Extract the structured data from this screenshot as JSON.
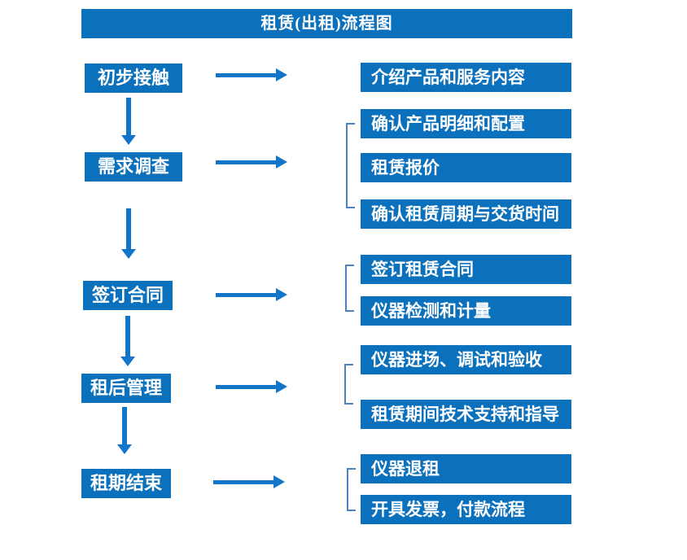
{
  "title": "租赁(出租)流程图",
  "colors": {
    "box_blue": "#0C71BD",
    "arrow_blue": "#1375CA",
    "bracket_blue": "#4D82BE",
    "text_white": "#FFFFFF"
  },
  "steps": [
    {
      "label": "初步接触",
      "details": [
        "介绍产品和服务内容"
      ]
    },
    {
      "label": "需求调查",
      "details": [
        "确认产品明细和配置",
        "租赁报价",
        "确认租赁周期与交货时间"
      ]
    },
    {
      "label": "签订合同",
      "details": [
        "签订租赁合同",
        "仪器检测和计量"
      ]
    },
    {
      "label": "租后管理",
      "details": [
        "仪器进场、调试和验收",
        "租赁期间技术支持和指导"
      ]
    },
    {
      "label": "租期结束",
      "details": [
        "仪器退租",
        "开具发票，付款流程"
      ]
    }
  ]
}
